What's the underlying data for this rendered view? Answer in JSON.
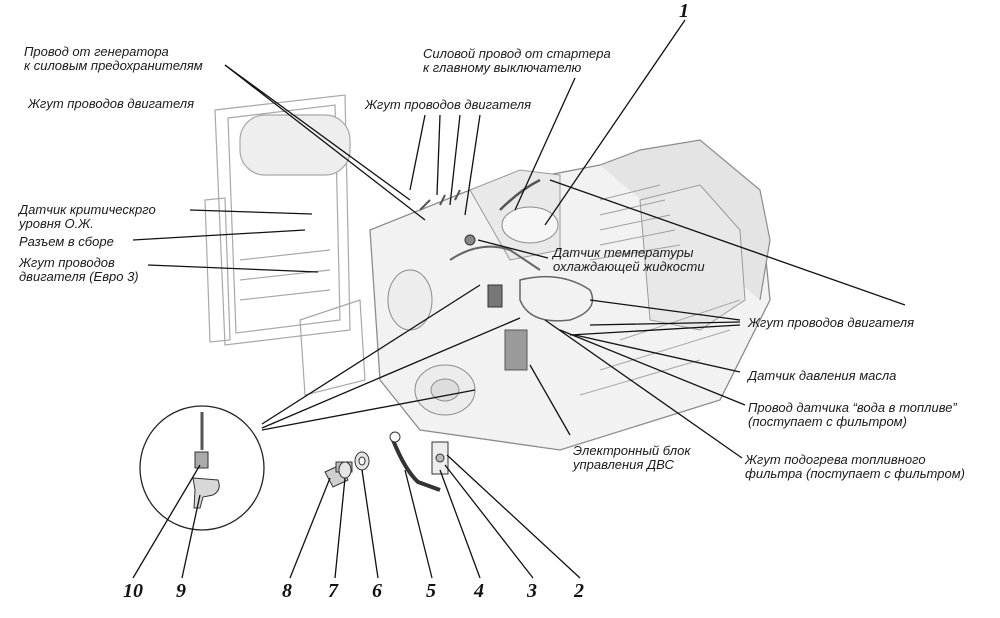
{
  "labels": {
    "gen_wire_1": "Провод от генератора",
    "gen_wire_2": "к силовым предохранителям",
    "harness_left": "Жгут проводов двигателя",
    "harness_top": "Жгут проводов двигателя",
    "starter_1": "Силовой провод от стартера",
    "starter_2": "к главному выключателю",
    "coolant_level_1": "Датчик критическрго",
    "coolant_level_2": "уровня О.Ж.",
    "connector": "Разъем в сборе",
    "euro3_1": "Жгут проводов",
    "euro3_2": "двигателя (Евро 3)",
    "coolant_temp_1": "Датчик температуры",
    "coolant_temp_2": "охлаждающей жидкости",
    "harness_right": "Жгут проводов двигателя",
    "oil_pressure": "Датчик давления масла",
    "water_fuel_1": "Провод датчика “вода в топливе”",
    "water_fuel_2": "(поступает с фильтром)",
    "ecu_1": "Электронный блок",
    "ecu_2": "управления ДВС",
    "heater_1": "Жгут подогрева топливного",
    "heater_2": "фильтра (поступает с фильтром)"
  },
  "numbers": [
    "1",
    "2",
    "3",
    "4",
    "5",
    "6",
    "7",
    "8",
    "9",
    "10"
  ],
  "colors": {
    "ink": "#1a1a1a",
    "sketch": "#9a9a9a",
    "fill": "#ececec"
  }
}
